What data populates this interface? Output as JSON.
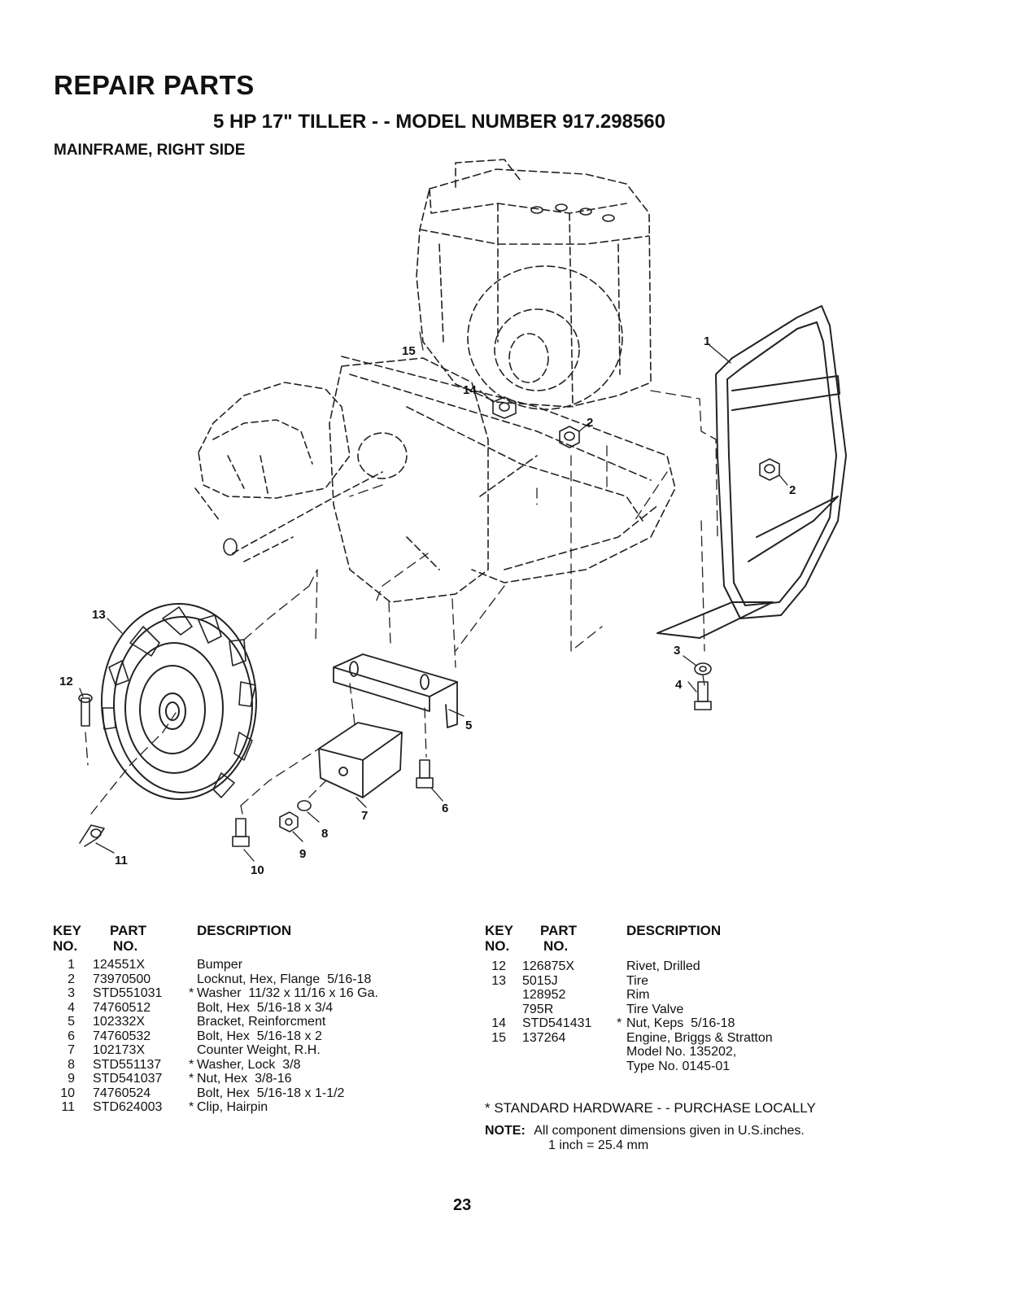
{
  "title": "REPAIR PARTS",
  "subtitle": "5 HP 17\" TILLER - - MODEL NUMBER 917.298560",
  "section": "MAINFRAME, RIGHT SIDE",
  "diagram_labels": [
    "1",
    "2",
    "2",
    "3",
    "4",
    "5",
    "6",
    "7",
    "8",
    "9",
    "10",
    "11",
    "12",
    "13",
    "14",
    "15"
  ],
  "table_headers": {
    "key": "KEY",
    "key_no": "NO.",
    "part": "PART",
    "part_no": "NO.",
    "description": "DESCRIPTION"
  },
  "parts_left": [
    {
      "key": "1",
      "part": "124551X",
      "std": "",
      "desc": "Bumper"
    },
    {
      "key": "2",
      "part": "73970500",
      "std": "",
      "desc": "Locknut, Hex, Flange  5/16-18"
    },
    {
      "key": "3",
      "part": "STD551031",
      "std": "*",
      "desc": "Washer  11/32 x 11/16 x 16 Ga."
    },
    {
      "key": "4",
      "part": "74760512",
      "std": "",
      "desc": "Bolt, Hex  5/16-18 x 3/4"
    },
    {
      "key": "5",
      "part": "102332X",
      "std": "",
      "desc": "Bracket, Reinforcment"
    },
    {
      "key": "6",
      "part": "74760532",
      "std": "",
      "desc": "Bolt, Hex  5/16-18 x 2"
    },
    {
      "key": "7",
      "part": "102173X",
      "std": "",
      "desc": "Counter Weight, R.H."
    },
    {
      "key": "8",
      "part": "STD551137",
      "std": "*",
      "desc": "Washer, Lock  3/8"
    },
    {
      "key": "9",
      "part": "STD541037",
      "std": "*",
      "desc": "Nut, Hex  3/8-16"
    },
    {
      "key": "10",
      "part": "74760524",
      "std": "",
      "desc": "Bolt, Hex  5/16-18 x 1-1/2"
    },
    {
      "key": "11",
      "part": "STD624003",
      "std": "*",
      "desc": "Clip, Hairpin"
    }
  ],
  "parts_right": [
    {
      "key": "12",
      "part": "126875X",
      "std": "",
      "desc": "Rivet, Drilled"
    },
    {
      "key": "13",
      "part": "5015J",
      "std": "",
      "desc": "Tire"
    },
    {
      "key": "",
      "part": "128952",
      "std": "",
      "desc": "Rim"
    },
    {
      "key": "",
      "part": "795R",
      "std": "",
      "desc": "Tire Valve"
    },
    {
      "key": "14",
      "part": "STD541431",
      "std": "*",
      "desc": "Nut, Keps  5/16-18"
    },
    {
      "key": "15",
      "part": "137264",
      "std": "",
      "desc": "Engine, Briggs & Stratton"
    },
    {
      "key": "",
      "part": "",
      "std": "",
      "desc": "Model No. 135202,"
    },
    {
      "key": "",
      "part": "",
      "std": "",
      "desc": "Type No. 0145-01"
    }
  ],
  "standard_hardware_note": "* STANDARD HARDWARE - - PURCHASE LOCALLY",
  "note_label": "NOTE:",
  "note_text_1": "All component dimensions given in U.S.inches.",
  "note_text_2": "1 inch = 25.4 mm",
  "page_number": "23"
}
